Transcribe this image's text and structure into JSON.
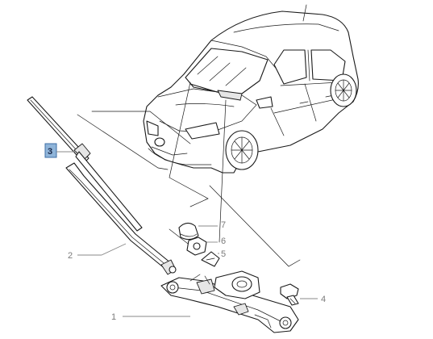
{
  "callouts": [
    {
      "id": "1",
      "label": "1",
      "highlighted": false
    },
    {
      "id": "2",
      "label": "2",
      "highlighted": false
    },
    {
      "id": "3",
      "label": "3",
      "highlighted": true
    },
    {
      "id": "4",
      "label": "4",
      "highlighted": false
    },
    {
      "id": "5",
      "label": "5",
      "highlighted": false
    },
    {
      "id": "6",
      "label": "6",
      "highlighted": false
    },
    {
      "id": "7",
      "label": "7",
      "highlighted": false
    }
  ],
  "colors": {
    "highlight_fill": "#8fb4d9",
    "highlight_border": "#3c6ea5",
    "line": "#1a1a1a",
    "leader": "#888888"
  }
}
